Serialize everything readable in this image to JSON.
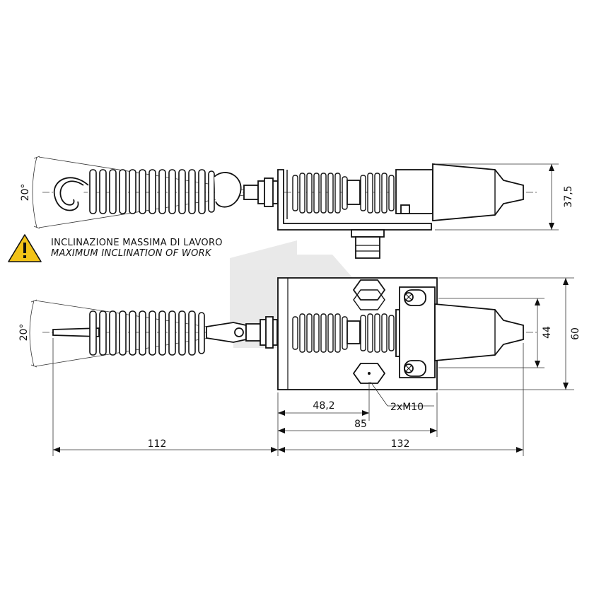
{
  "warning": {
    "line_it": "INCLINAZIONE MASSIMA DI LAVORO",
    "line_en": "MAXIMUM INCLINATION OF WORK",
    "icon": "warning-triangle-icon",
    "icon_color": "#f2c318"
  },
  "dimensions": {
    "angle_top": "20°",
    "angle_bottom": "20°",
    "height_right": "37,5",
    "width_44": "44",
    "width_60": "60",
    "d_48_2": "48,2",
    "d_85": "85",
    "d_112": "112",
    "d_132": "132",
    "bolts": "2xM10"
  }
}
